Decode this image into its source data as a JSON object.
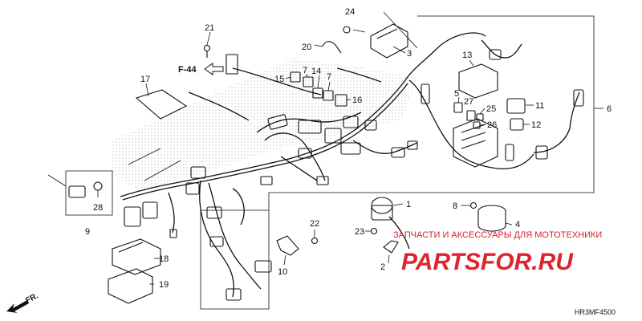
{
  "diagram_code": "HR3MF4500",
  "reference": "F-44",
  "direction": "FR.",
  "watermark": {
    "caption": "ЗАПЧАСТИ И АКСЕССУАРЫ ДЛЯ МОТОТЕХНИКИ",
    "logo": "PARTSFOR.RU",
    "color": "#e0232e"
  },
  "callouts": {
    "p1": "1",
    "p2": "2",
    "p3": "3",
    "p4": "4",
    "p5": "5",
    "p6": "6",
    "p7a": "7",
    "p7b": "7",
    "p8": "8",
    "p9": "9",
    "p10": "10",
    "p11": "11",
    "p12": "12",
    "p13": "13",
    "p14": "14",
    "p15": "15",
    "p16": "16",
    "p17": "17",
    "p18": "18",
    "p19": "19",
    "p20": "20",
    "p21": "21",
    "p22": "22",
    "p23": "23",
    "p24": "24",
    "p25": "25",
    "p26": "26",
    "p27": "27",
    "p28": "28"
  }
}
